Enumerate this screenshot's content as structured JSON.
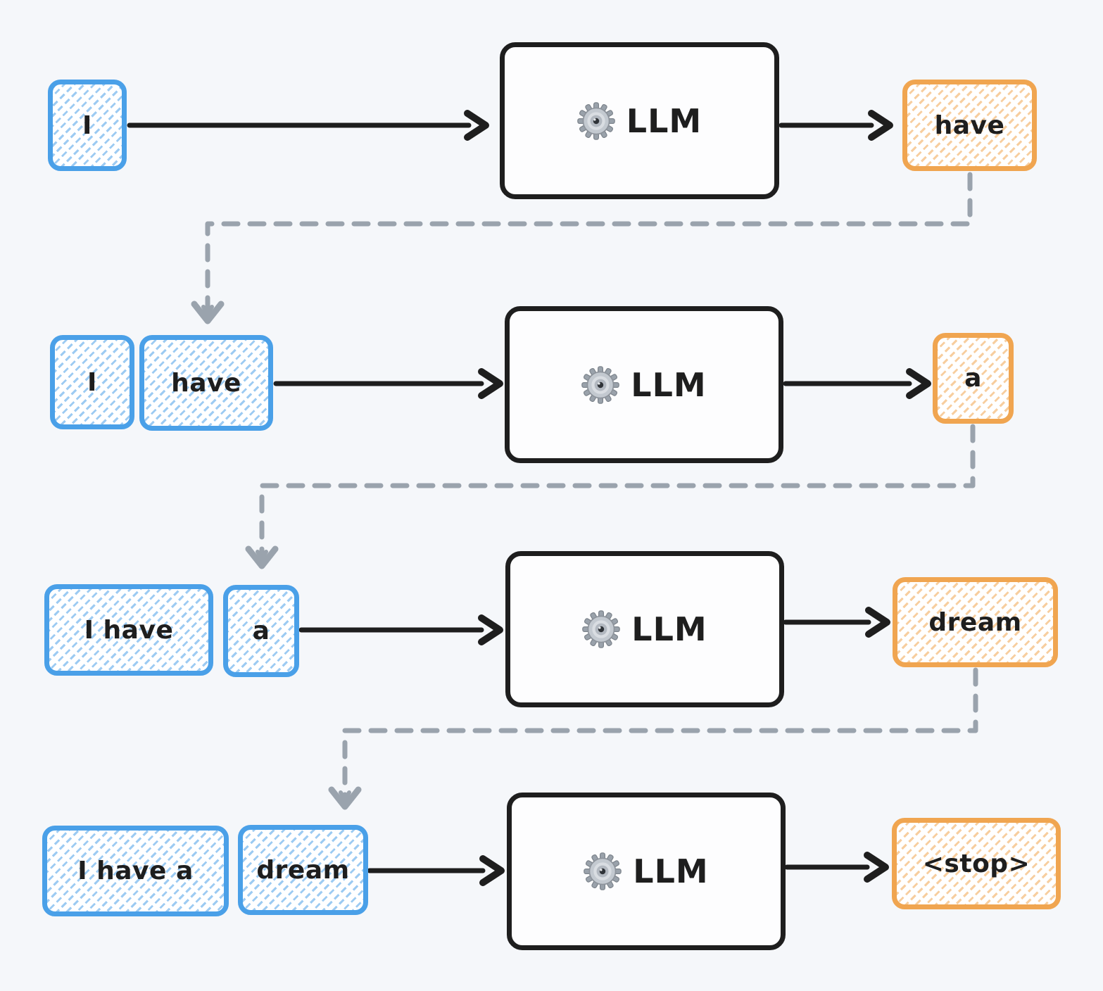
{
  "llm": {
    "icon": "gear-icon",
    "label": "LLM"
  },
  "colors": {
    "background": "#F5F7FA",
    "input_token_border": "#4AA0E8",
    "output_token_border": "#F0A550",
    "ink": "#1E1E1E",
    "feedback_dashed": "#9AA3AD"
  },
  "rows": [
    {
      "inputs": [
        {
          "label": "I"
        }
      ],
      "output": {
        "label": "have"
      }
    },
    {
      "inputs": [
        {
          "label": "I"
        },
        {
          "label": "have"
        }
      ],
      "output": {
        "label": "a"
      }
    },
    {
      "inputs": [
        {
          "label": "I have"
        },
        {
          "label": "a"
        }
      ],
      "output": {
        "label": "dream"
      }
    },
    {
      "inputs": [
        {
          "label": "I have a"
        },
        {
          "label": "dream"
        }
      ],
      "output": {
        "label": "<stop>"
      }
    }
  ]
}
